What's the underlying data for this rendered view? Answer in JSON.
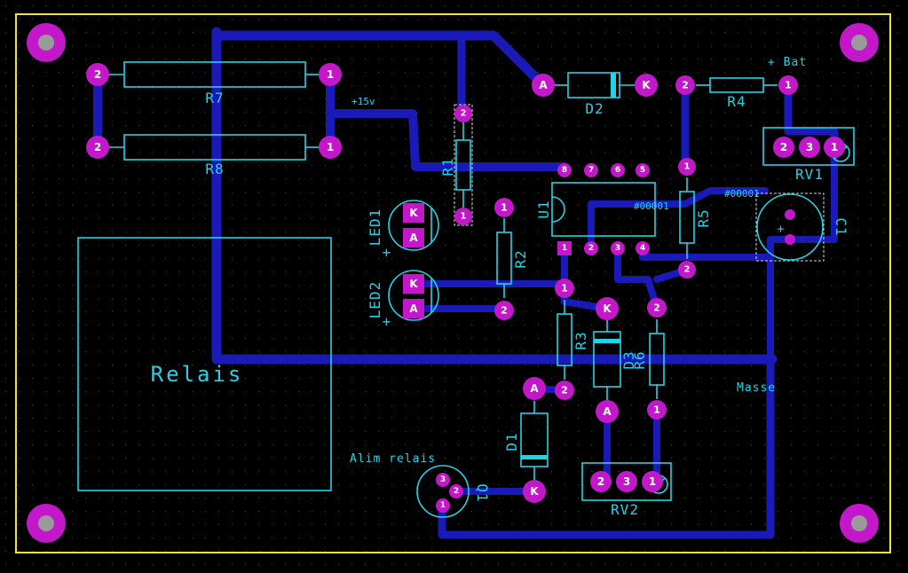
{
  "board": {
    "colors": {
      "background": "#000000",
      "border": "#f0e040",
      "silk": "#22d3e6",
      "copper": "#1a1ab8",
      "pad": "#c218c9",
      "grid": "#3a3a3a"
    }
  },
  "labels": {
    "r7": "R7",
    "r8": "R8",
    "plus15v": "+15v",
    "r1": "R1",
    "d2": "D2",
    "r4": "R4",
    "plus_bat": "+ Bat",
    "rv1": "RV1",
    "c1": "C1",
    "r5": "R5",
    "u1": "U1",
    "led1": "LED1",
    "led2": "LED2",
    "r2": "R2",
    "r3": "R3",
    "d3": "D3",
    "r6": "R6",
    "masse": "Masse",
    "relais": "Relais",
    "d1": "D1",
    "alim_relais": "Alim relais",
    "q1": "Q1",
    "rv2": "RV2",
    "plus_sign": "+"
  },
  "pads": {
    "one": "1",
    "two": "2",
    "three": "3",
    "four": "4",
    "five": "5",
    "six": "6",
    "seven": "7",
    "eight": "8",
    "anode": "A",
    "kathode": "K"
  }
}
